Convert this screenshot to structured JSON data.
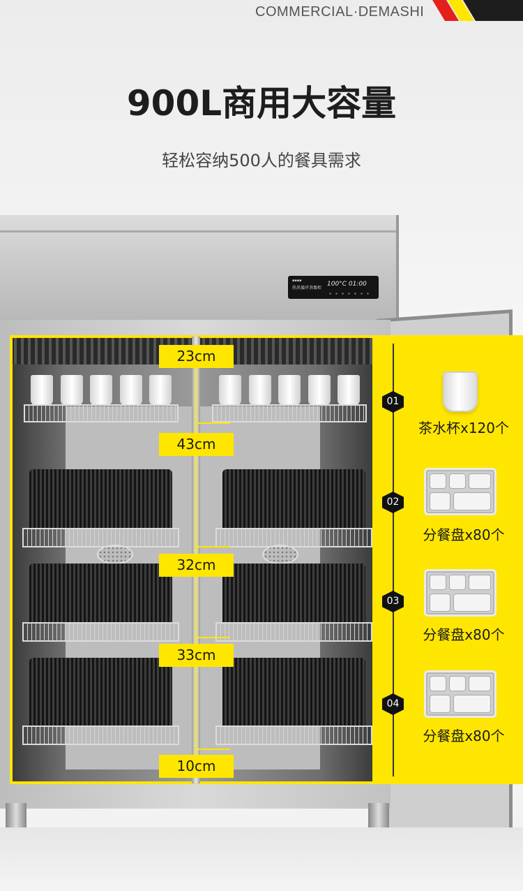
{
  "brand": "COMMERCIAL·DEMASHI",
  "title": "900L商用大容量",
  "subtitle": "轻松容纳500人的餐具需求",
  "control_panel": {
    "label": "热风循环消毒柜",
    "temperature": "100°C",
    "time": "01:00"
  },
  "dimensions": [
    "23cm",
    "43cm",
    "32cm",
    "33cm",
    "10cm"
  ],
  "items": [
    {
      "badge": "01",
      "label": "茶水杯x120个",
      "icon": "cup-icon"
    },
    {
      "badge": "02",
      "label": "分餐盘x80个",
      "icon": "tray-icon"
    },
    {
      "badge": "03",
      "label": "分餐盘x80个",
      "icon": "tray-icon"
    },
    {
      "badge": "04",
      "label": "分餐盘x80个",
      "icon": "tray-icon"
    }
  ],
  "colors": {
    "accent": "#ffe600",
    "stripe_red": "#e3201b",
    "stripe_dark": "#1d1d1d"
  }
}
